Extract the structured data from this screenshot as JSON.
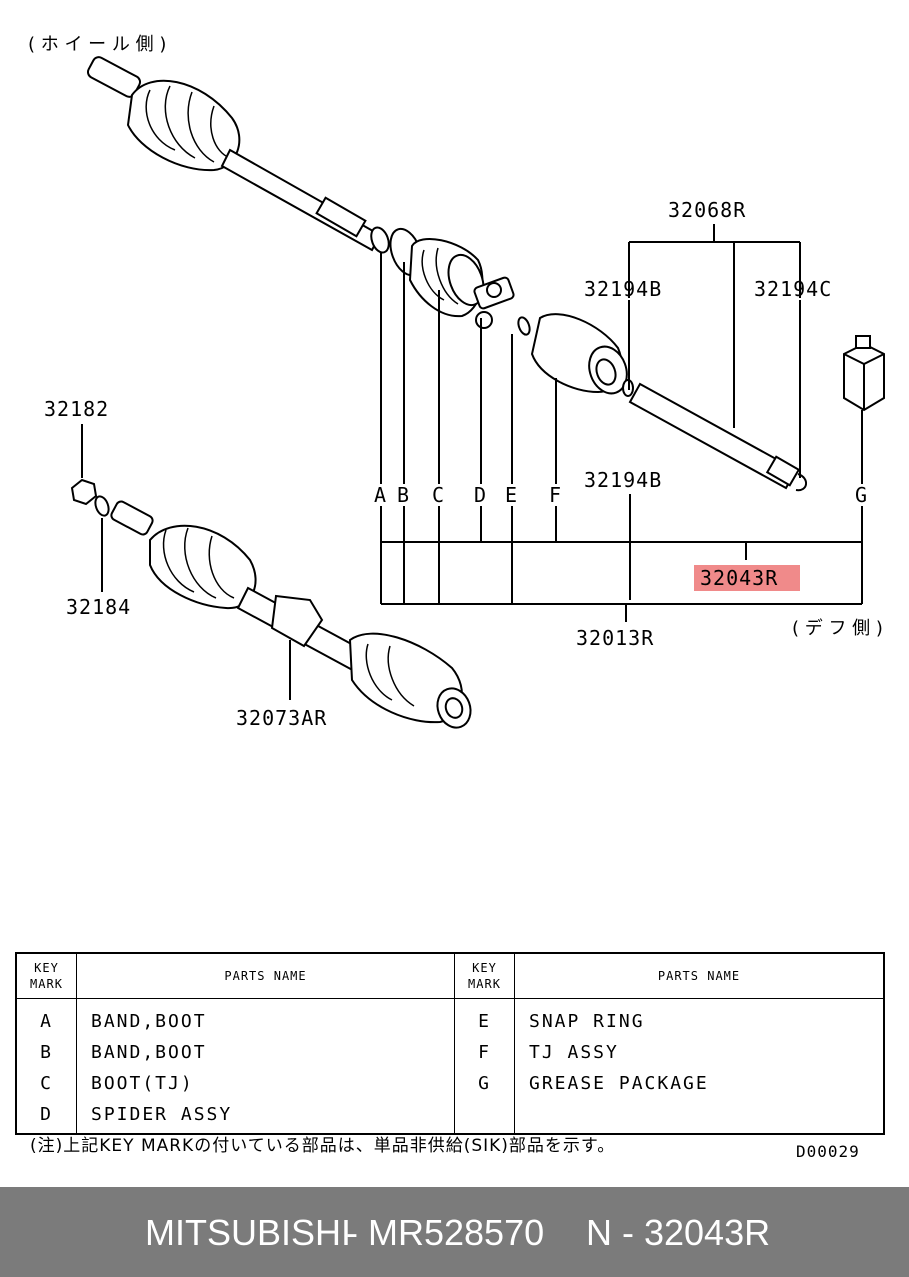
{
  "diagram": {
    "wheel_side": "( ホ イ ー ル 側 )",
    "diff_side": "( デ フ 側 )",
    "part_numbers": {
      "p32068R": "32068R",
      "p32194B_top": "32194B",
      "p32194C": "32194C",
      "p32194B_mid": "32194B",
      "p32182": "32182",
      "p32184": "32184",
      "p32043R": "32043R",
      "p32013R": "32013R",
      "p32073AR": "32073AR"
    },
    "key_letters": [
      "A",
      "B",
      "C",
      "D",
      "E",
      "F",
      "G"
    ],
    "highlight_color": "#f08a8a"
  },
  "table": {
    "key_header_1": "KEY",
    "key_header_2": "MARK",
    "name_header": "PARTS  NAME",
    "left_rows": [
      {
        "key": "A",
        "name": "BAND,BOOT"
      },
      {
        "key": "B",
        "name": "BAND,BOOT"
      },
      {
        "key": "C",
        "name": "BOOT(TJ)"
      },
      {
        "key": "D",
        "name": "SPIDER ASSY"
      }
    ],
    "right_rows": [
      {
        "key": "E",
        "name": "SNAP RING"
      },
      {
        "key": "F",
        "name": "TJ ASSY"
      },
      {
        "key": "G",
        "name": "GREASE PACKAGE"
      },
      {
        "key": "",
        "name": ""
      }
    ]
  },
  "note": "(注)上記KEY  MARKの付いている部品は、単品非供給(SIK)部品を示す。",
  "diagram_code": "D00029",
  "footer": {
    "brand": "MITSUBISHI",
    "separator": "-",
    "part_no": "MR528570",
    "ref": "N - 32043R"
  }
}
